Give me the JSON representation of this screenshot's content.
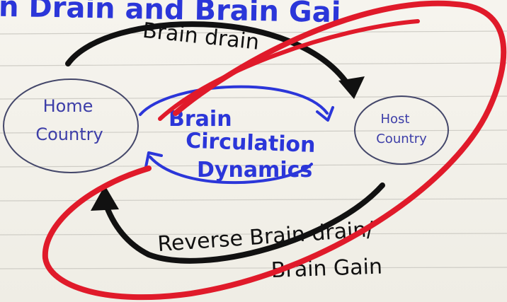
{
  "heading": "n Drain and Brain Gai",
  "nodes": {
    "home": {
      "line1": "Home",
      "line2": "Country"
    },
    "host": {
      "line1": "Host",
      "line2": "Country"
    }
  },
  "arrows": {
    "top_label": "Brain drain",
    "bottom_label_line1": "Reverse Brain drain/",
    "bottom_label_line2": "Brain Gain"
  },
  "center": {
    "line1": "Brain",
    "line2": "Circulation",
    "line3": "Dynamics"
  },
  "colors": {
    "paper": "#f3f1ea",
    "rule_line": "#c9c8c2",
    "blue_ink": "#2b36d9",
    "violet_ink": "#3d3ea8",
    "black_ink": "#111111",
    "red_marker": "#e01a2a"
  }
}
